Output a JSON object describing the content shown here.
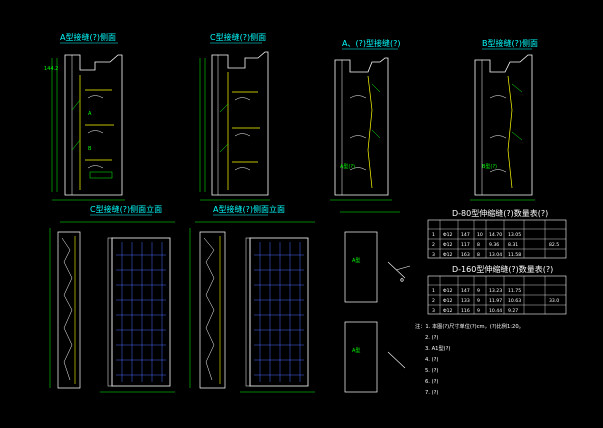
{
  "colors": {
    "background": "#000000",
    "line": "#ffffff",
    "dimension": "#00ff00",
    "title": "#00ffff",
    "rebar": "#ffff00",
    "mesh": "#4d6bff",
    "table_text": "#ffffff"
  },
  "views": {
    "top1_title": "A型接缝(?)侧面",
    "top2_title": "C型接缝(?)侧面",
    "top3_title": "A、(?)型接缝(?)",
    "top4_title": "B型接缝(?)侧面",
    "bot1_title": "C型接缝(?)侧面立面",
    "bot2_title": "A型接缝(?)侧面立面"
  },
  "table1": {
    "title": "D-80型伸缩缝(?)数量表(?)",
    "rows": [
      [
        "1",
        "Φ12",
        "147",
        "10",
        "14.70",
        "13.05",
        "82.5"
      ],
      [
        "2",
        "Φ12",
        "117",
        "8",
        "9.36",
        "8.31",
        ""
      ],
      [
        "3",
        "Φ12",
        "163",
        "8",
        "13.04",
        "11.58",
        ""
      ]
    ]
  },
  "table2": {
    "title": "D-160型伸缩缝(?)数量表(?)",
    "rows": [
      [
        "1",
        "Φ12",
        "147",
        "9",
        "13.23",
        "11.75",
        ""
      ],
      [
        "2",
        "Φ12",
        "133",
        "9",
        "11.97",
        "10.63",
        "33.0"
      ],
      [
        "3",
        "Φ12",
        "116",
        "9",
        "10.44",
        "9.27",
        ""
      ]
    ]
  },
  "notes": {
    "n1": "注：1. 本图(?)尺寸单位(?)cm，(?)比例1:20。",
    "n2": "2. (?)",
    "n3": "3. A1型(?)",
    "n4": "4. (?)",
    "n5": "5. (?)",
    "n6": "6. (?)",
    "n7": "7. (?)"
  }
}
